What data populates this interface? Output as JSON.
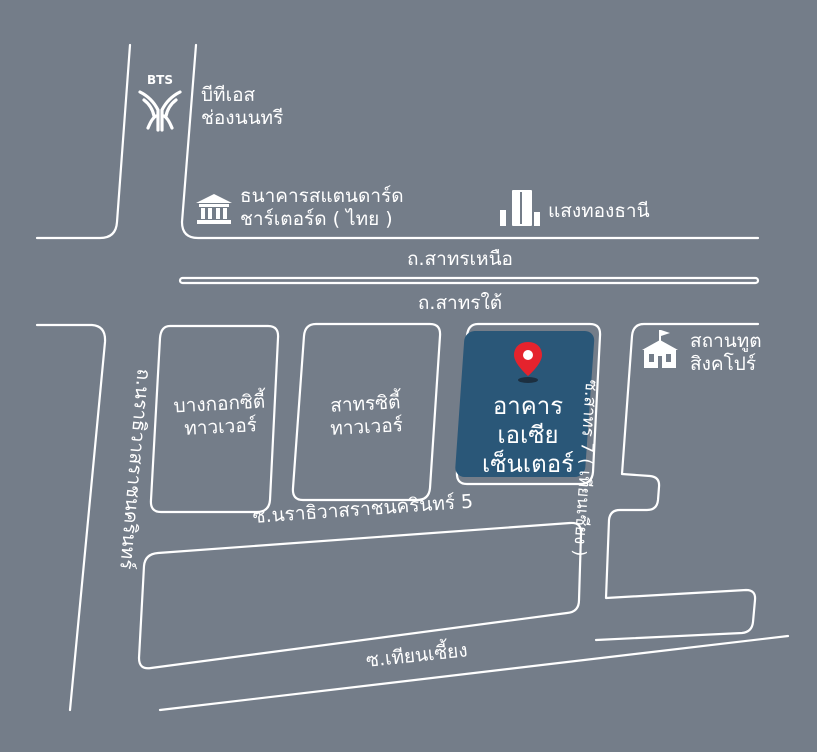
{
  "map": {
    "bts_logo_text": "BTS",
    "bts_station": {
      "line1": "บีทีเอส",
      "line2": "ช่องนนทรี"
    },
    "bank": {
      "line1": "ธนาคารสแตนดาร์ด",
      "line2": "ชาร์เตอร์ด ( ไทย )"
    },
    "tower_landmark": "แสงทองธานี",
    "embassy": {
      "line1": "สถานทูต",
      "line2": "สิงคโปร์"
    },
    "roads": {
      "sathorn_north": "ถ.สาทรเหนือ",
      "sathorn_south": "ถ.สาทรใต้",
      "narathiwas": "ถ.นราธิวาสราชนครินทร์",
      "soi_narathiwas_5": "ซ.นราธิวาสราชนครินทร์ 5",
      "soi_sathorn_7": "ซ.สาทร 7 ( เทียนเซียง )",
      "soi_thian_siang": "ซ.เทียนเซี้ยง"
    },
    "buildings": {
      "bangkok_city_tower": {
        "line1": "บางกอกซิตี้",
        "line2": "ทาวเวอร์"
      },
      "sathorn_city_tower": {
        "line1": "สาทรซิตี้",
        "line2": "ทาวเวอร์"
      },
      "asia_centre": {
        "line1": "อาคาร",
        "line2": "เอเซีย",
        "line3": "เซ็นเตอร์"
      }
    },
    "colors": {
      "background": "#747d89",
      "roads": "#ffffff",
      "highlight_fill": "#2a5778",
      "pin": "#e5232d"
    },
    "icons": [
      "bts-logo-icon",
      "bank-icon",
      "tower-icon",
      "embassy-icon",
      "location-pin-icon"
    ]
  }
}
